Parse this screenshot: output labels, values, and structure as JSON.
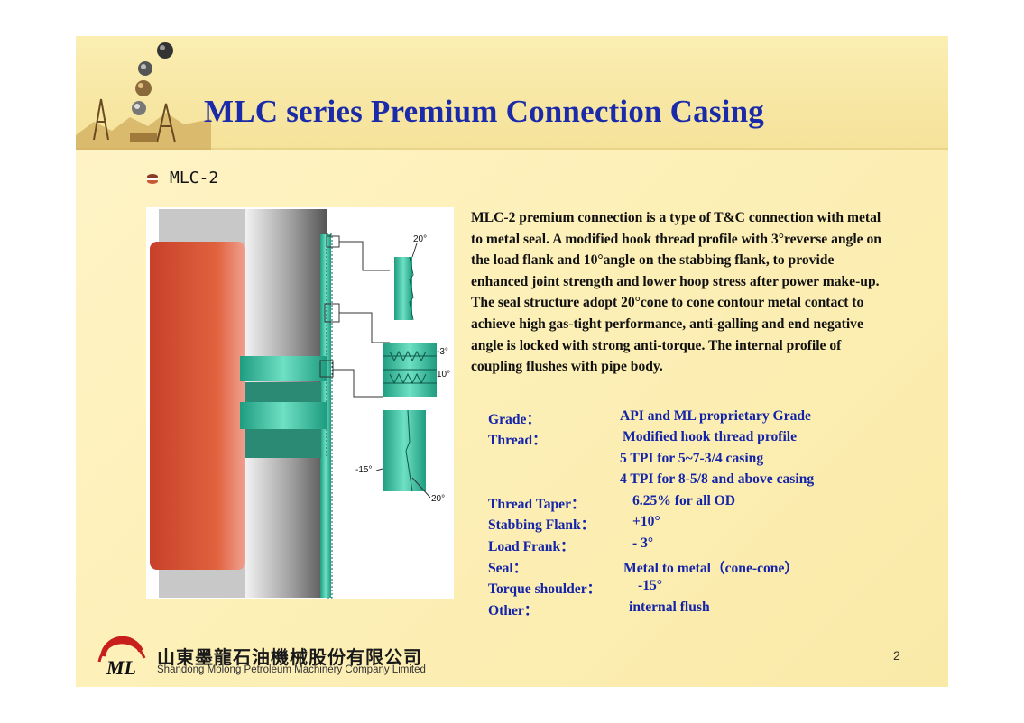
{
  "slide": {
    "title": "MLC series Premium Connection Casing",
    "subtitle": "MLC-2",
    "description": "MLC-2 premium connection is a type of T&C connection with metal to metal seal. A modified hook thread profile with 3°reverse angle on the load flank and 10°angle on the stabbing flank, to provide enhanced joint strength and lower hoop stress after power make-up. The seal structure adopt 20°cone to cone contour metal contact to achieve high gas-tight performance, anti-galling and end negative angle is locked with strong anti-torque. The internal profile of coupling flushes with pipe body.",
    "page_number": "2"
  },
  "diagram": {
    "angle_labels": [
      "20°",
      "-3°",
      "10°",
      "-15°",
      "20°"
    ]
  },
  "specs": [
    {
      "label": "Grade：",
      "value": "API  and ML proprietary Grade"
    },
    {
      "label": "Thread：",
      "value": "Modified hook thread profile"
    },
    {
      "label": "",
      "value": "5 TPI  for  5~7-3/4 casing"
    },
    {
      "label": "",
      "value": "4 TPI  for  8-5/8 and above casing"
    },
    {
      "label": "Thread Taper：",
      "value": "6.25% for all OD"
    },
    {
      "label": "Stabbing Flank：",
      "value": "+10°"
    },
    {
      "label": "Load Frank：",
      "value": "- 3°"
    },
    {
      "label": "Seal：",
      "value": "Metal to metal（cone-cone）"
    },
    {
      "label": "Torque shoulder：",
      "value": "-15°"
    },
    {
      "label": "Other：",
      "value": "internal flush"
    }
  ],
  "footer": {
    "company_cn": "山東墨龍石油機械股份有限公司",
    "company_en": "Shandong Molong Petroleum Machinery Company Limited",
    "logo_text": "ML"
  },
  "colors": {
    "title": "#1a2aa8",
    "spec_text": "#1424a8",
    "pipe_red": "#d9553a",
    "thread_green": "#2fb89a"
  }
}
